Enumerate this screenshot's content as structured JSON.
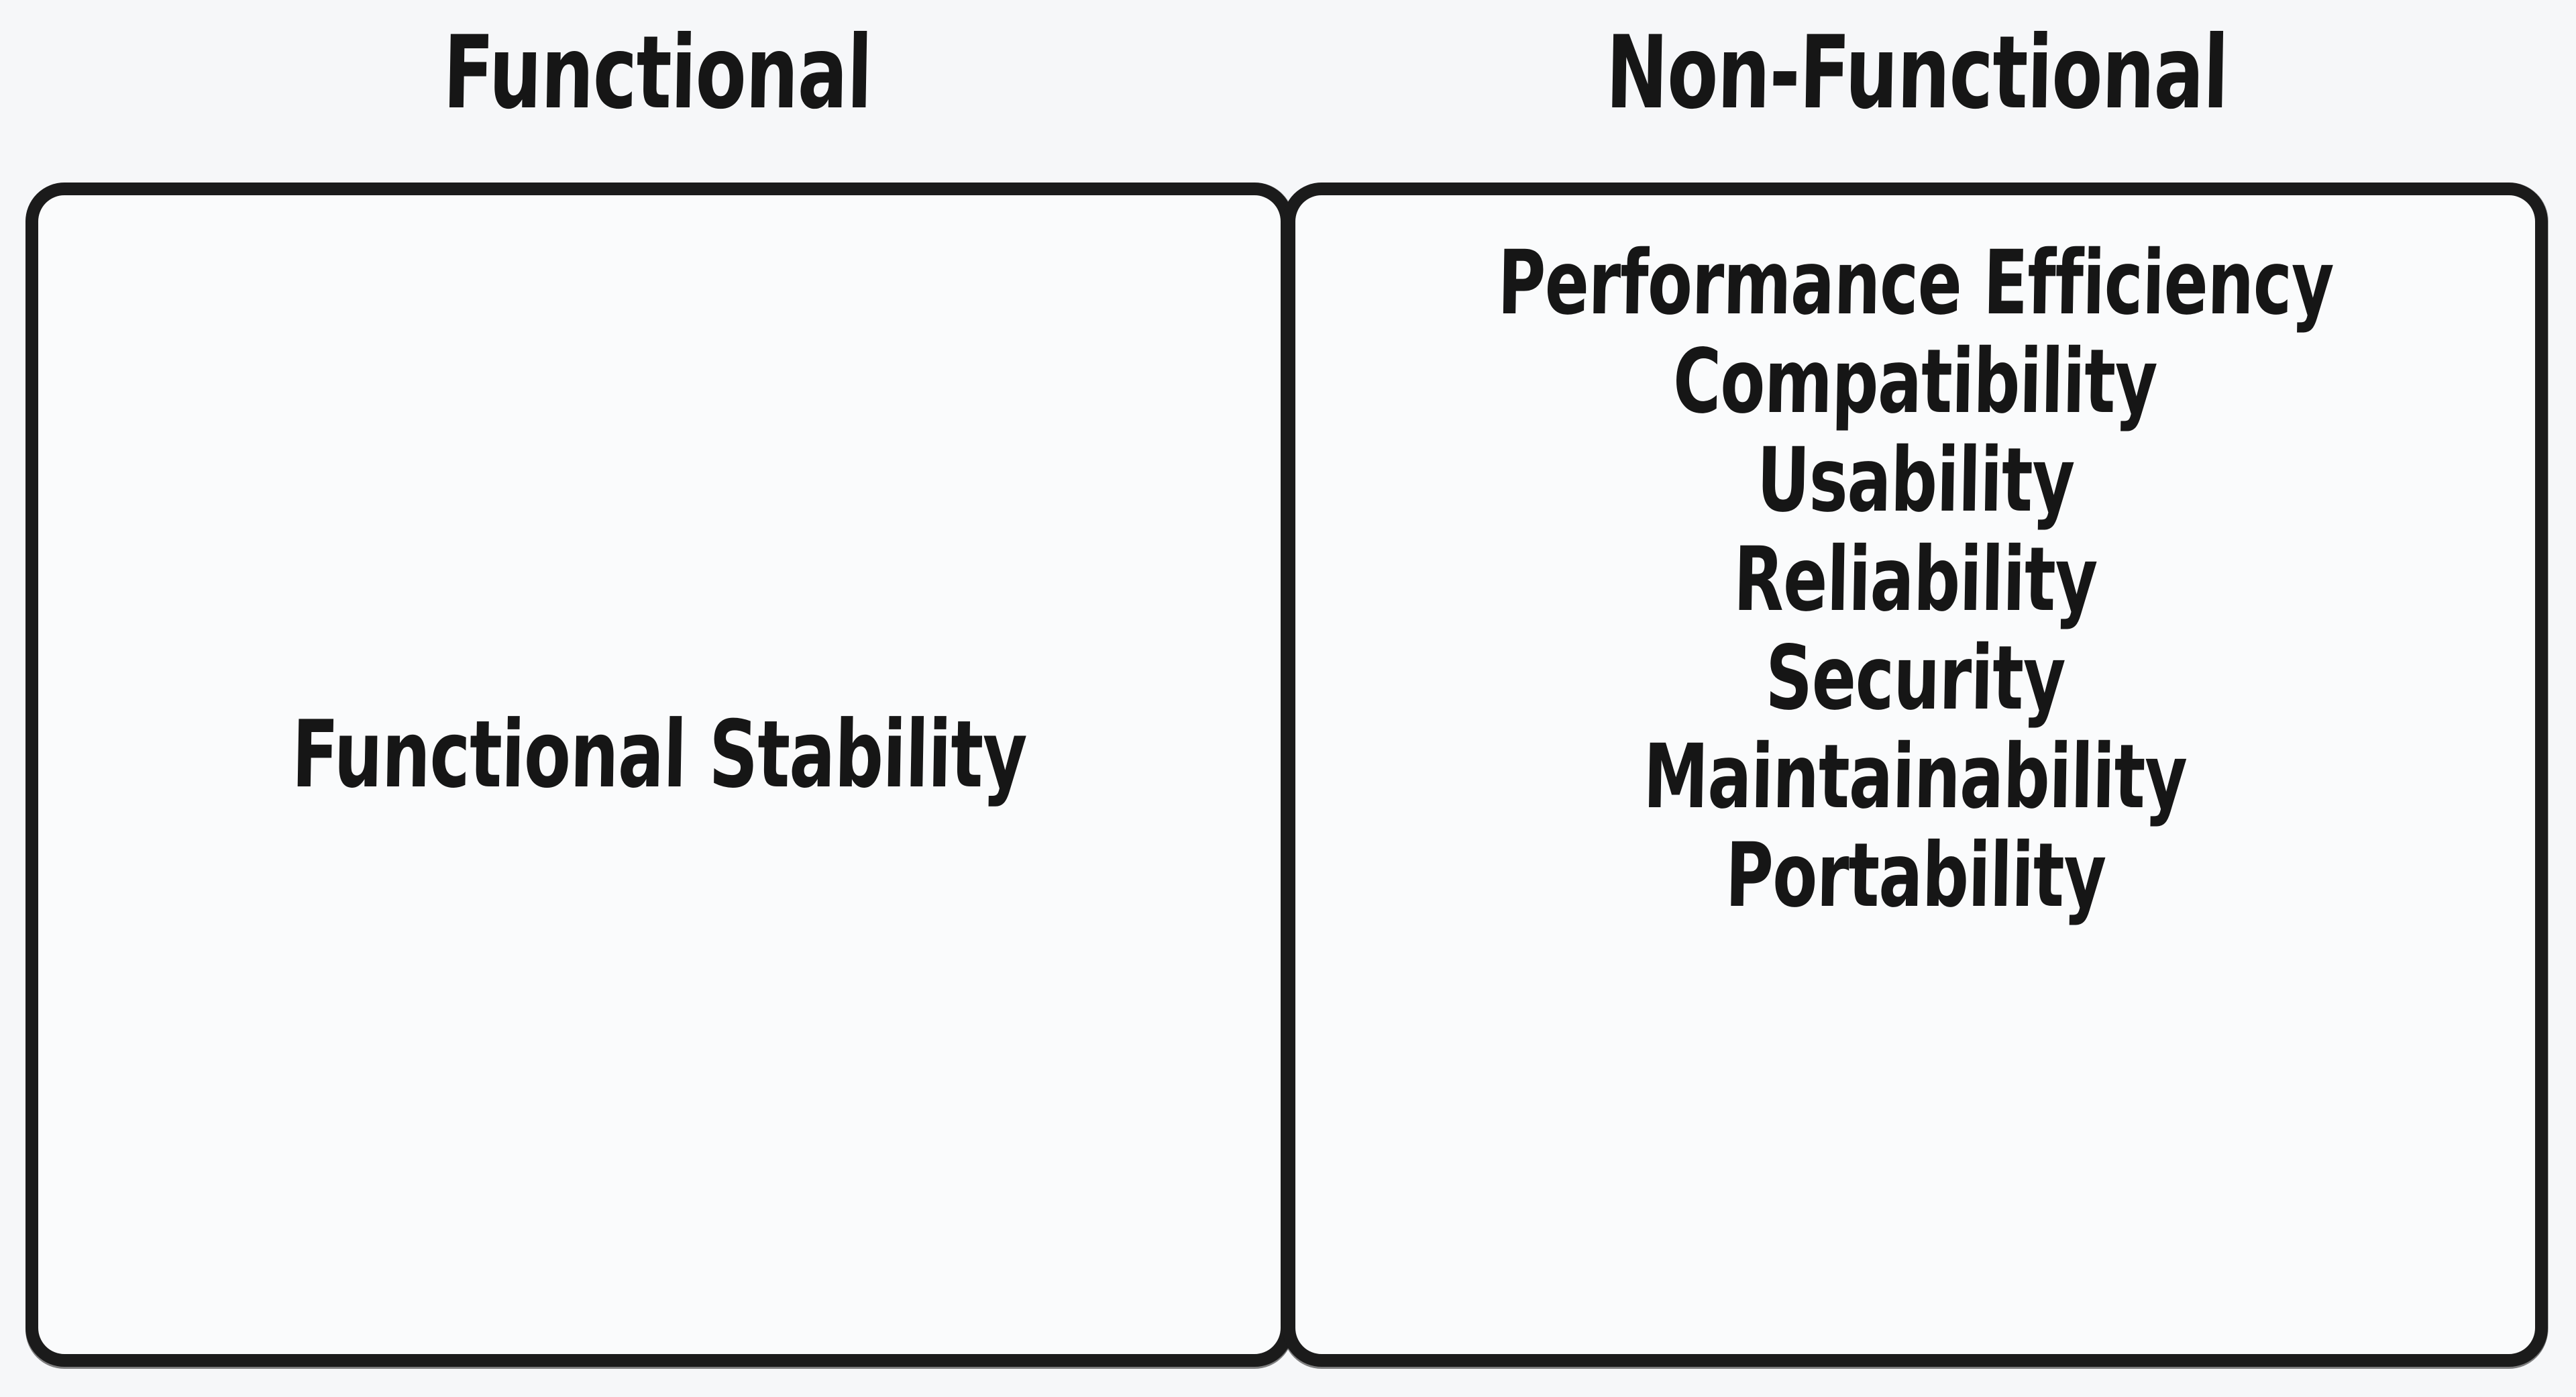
{
  "palette": {
    "background": "#f6f7f9",
    "box_fill": "#fafbfc",
    "ink": "#1b1b1b",
    "text": "#161616"
  },
  "columns": [
    {
      "id": "functional",
      "title": "Functional",
      "items": [
        "Functional Stability"
      ]
    },
    {
      "id": "non-functional",
      "title": "Non-Functional",
      "items": [
        "Performance Efficiency",
        "Compatibility",
        "Usability",
        "Reliability",
        "Security",
        "Maintainability",
        "Portability"
      ]
    }
  ],
  "chart_data": {
    "type": "table",
    "title": "",
    "categories": [
      "Functional",
      "Non-Functional"
    ],
    "series": [
      {
        "name": "Functional",
        "values": [
          "Functional Stability"
        ]
      },
      {
        "name": "Non-Functional",
        "values": [
          "Performance Efficiency",
          "Compatibility",
          "Usability",
          "Reliability",
          "Security",
          "Maintainability",
          "Portability"
        ]
      }
    ],
    "xlabel": "",
    "ylabel": "",
    "legend": "none",
    "grid": false
  }
}
